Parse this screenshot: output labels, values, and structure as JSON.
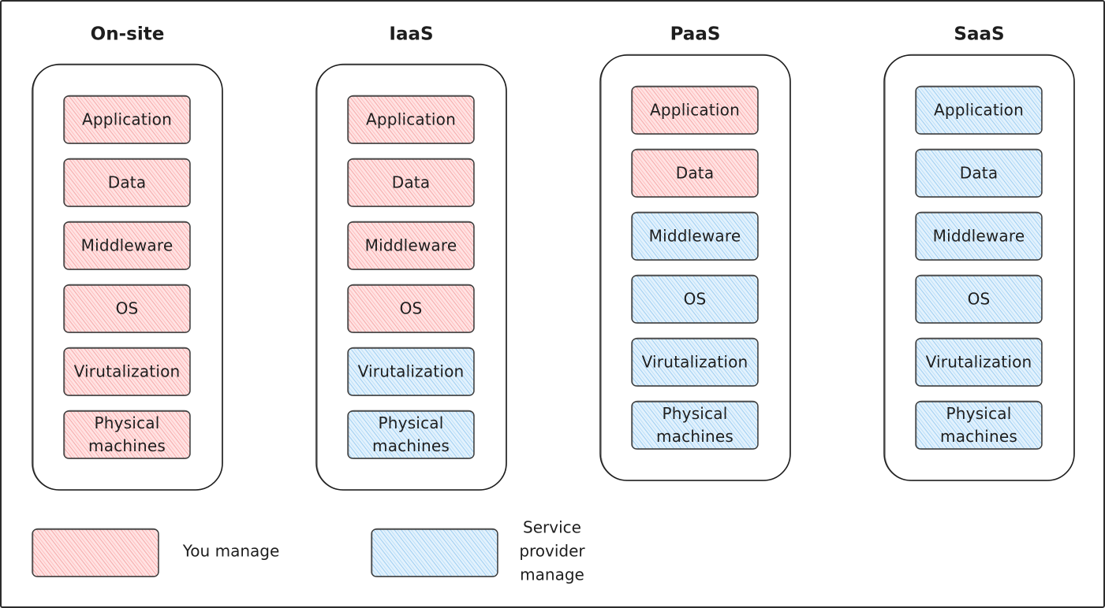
{
  "colors": {
    "you_manage": "#ffc9c9",
    "you_manage_hatch": "#f08c8c",
    "provider_manage": "#a5d8ff",
    "provider_manage_hatch": "#7cb8ea",
    "stroke": "#1e1e1e"
  },
  "columns": [
    {
      "title": "On-site",
      "layers": [
        {
          "label": [
            "Application"
          ],
          "manager": "you"
        },
        {
          "label": [
            "Data"
          ],
          "manager": "you"
        },
        {
          "label": [
            "Middleware"
          ],
          "manager": "you"
        },
        {
          "label": [
            "OS"
          ],
          "manager": "you"
        },
        {
          "label": [
            "Virutalization"
          ],
          "manager": "you"
        },
        {
          "label": [
            "Physical",
            "machines"
          ],
          "manager": "you"
        }
      ]
    },
    {
      "title": "IaaS",
      "layers": [
        {
          "label": [
            "Application"
          ],
          "manager": "you"
        },
        {
          "label": [
            "Data"
          ],
          "manager": "you"
        },
        {
          "label": [
            "Middleware"
          ],
          "manager": "you"
        },
        {
          "label": [
            "OS"
          ],
          "manager": "you"
        },
        {
          "label": [
            "Virutalization"
          ],
          "manager": "provider"
        },
        {
          "label": [
            "Physical",
            "machines"
          ],
          "manager": "provider"
        }
      ]
    },
    {
      "title": "PaaS",
      "layers": [
        {
          "label": [
            "Application"
          ],
          "manager": "you"
        },
        {
          "label": [
            "Data"
          ],
          "manager": "you"
        },
        {
          "label": [
            "Middleware"
          ],
          "manager": "provider"
        },
        {
          "label": [
            "OS"
          ],
          "manager": "provider"
        },
        {
          "label": [
            "Virutalization"
          ],
          "manager": "provider"
        },
        {
          "label": [
            "Physical",
            "machines"
          ],
          "manager": "provider"
        }
      ]
    },
    {
      "title": "SaaS",
      "layers": [
        {
          "label": [
            "Application"
          ],
          "manager": "provider"
        },
        {
          "label": [
            "Data"
          ],
          "manager": "provider"
        },
        {
          "label": [
            "Middleware"
          ],
          "manager": "provider"
        },
        {
          "label": [
            "OS"
          ],
          "manager": "provider"
        },
        {
          "label": [
            "Virutalization"
          ],
          "manager": "provider"
        },
        {
          "label": [
            "Physical",
            "machines"
          ],
          "manager": "provider"
        }
      ]
    }
  ],
  "legend": [
    {
      "manager": "you",
      "label": [
        "You manage"
      ]
    },
    {
      "manager": "provider",
      "label": [
        "Service",
        "provider",
        "manage"
      ]
    }
  ]
}
